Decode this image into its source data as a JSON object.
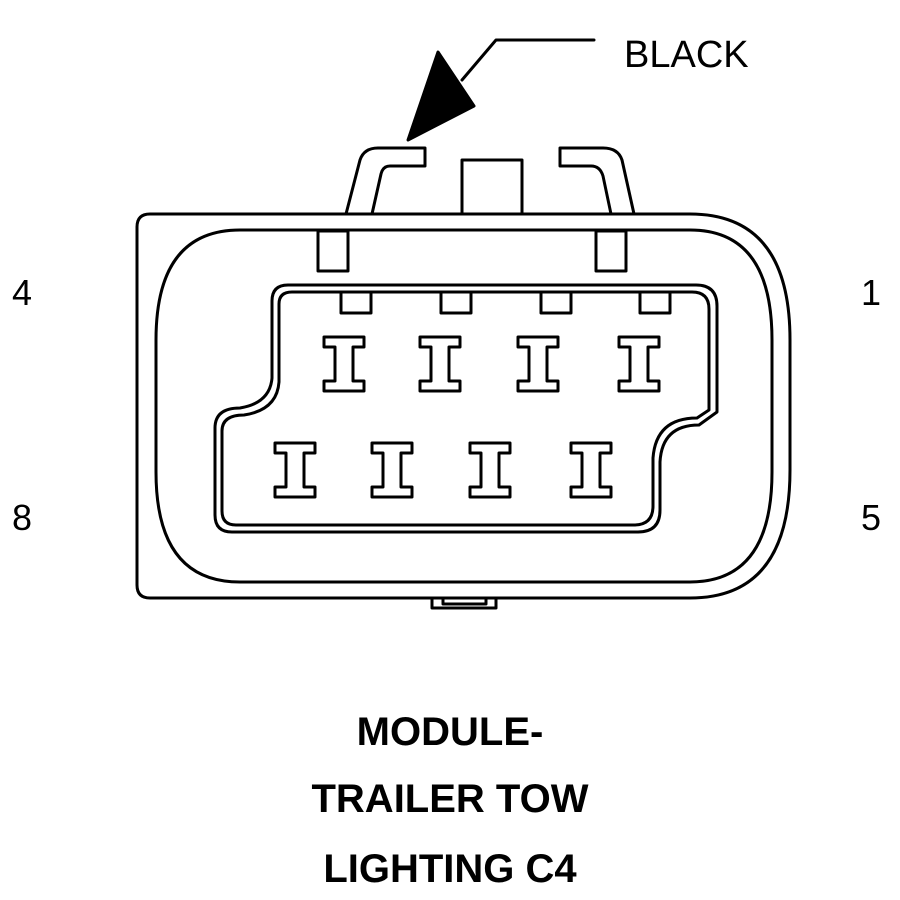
{
  "color_label": "BLACK",
  "pin_labels": {
    "top_left": "4",
    "top_right": "1",
    "bottom_left": "8",
    "bottom_right": "5"
  },
  "caption": {
    "line1": "MODULE-",
    "line2": "TRAILER TOW",
    "line3": "LIGHTING C4"
  },
  "colors": {
    "stroke": "#000000",
    "background": "#ffffff"
  },
  "icon": "connector-face-8-pin-icon"
}
